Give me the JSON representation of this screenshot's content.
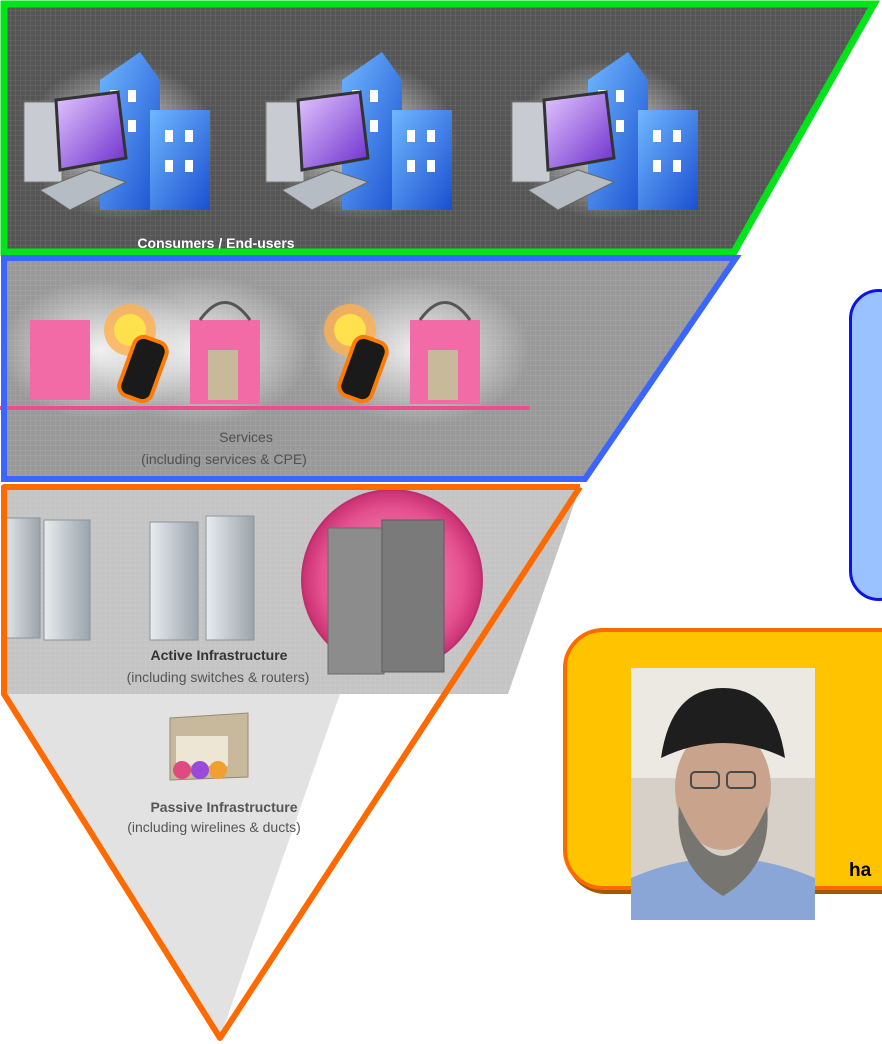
{
  "layers": [
    {
      "id": "consumers",
      "label": "Consumers / End-users",
      "border_color": "#00e51a",
      "fill": "#555555"
    },
    {
      "id": "services",
      "label": "Services",
      "sublabel": "(including services & CPE)",
      "border_color": "#3a66ff",
      "fill": "#999999"
    },
    {
      "id": "active",
      "label": "Active Infrastructure",
      "sublabel": "(including switches & routers)",
      "border_color": "#ff6a00",
      "fill": "#c4c4c4"
    },
    {
      "id": "passive",
      "label": "Passive Infrastructure",
      "sublabel": "(including wirelines & ducts)",
      "fill": "#e2e2e2"
    }
  ],
  "callouts": {
    "blue": {
      "fill": "#99c2ff",
      "border": "#0a14e6"
    },
    "person": {
      "name_fragment": "ha",
      "fill": "#ffc300",
      "border": "#ff6a00"
    }
  },
  "icons": [
    "computer-icon",
    "office-building-icon",
    "shopping-bag-icon",
    "mobile-phone-icon",
    "server-icon",
    "cabinet-icon"
  ]
}
